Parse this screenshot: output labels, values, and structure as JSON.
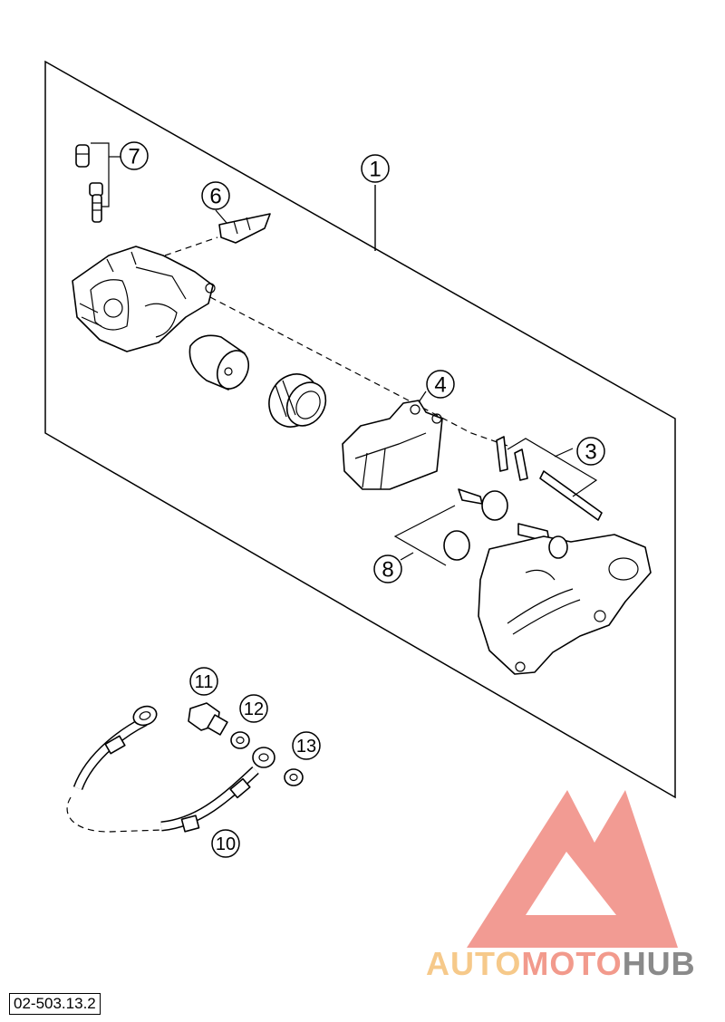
{
  "callouts": [
    {
      "id": "1",
      "label": "1"
    },
    {
      "id": "3",
      "label": "3"
    },
    {
      "id": "4",
      "label": "4"
    },
    {
      "id": "6",
      "label": "6"
    },
    {
      "id": "7",
      "label": "7"
    },
    {
      "id": "8",
      "label": "8"
    },
    {
      "id": "10",
      "label": "10"
    },
    {
      "id": "11",
      "label": "11"
    },
    {
      "id": "12",
      "label": "12"
    },
    {
      "id": "13",
      "label": "13"
    }
  ],
  "diagram_code": "02-503.13.2",
  "watermark": {
    "part1": "AUTO",
    "part2": "MOTO",
    "part3": "HUB",
    "colors": {
      "part1": "#f6c98a",
      "part2": "#f29a8c",
      "part3": "#8a8a8a",
      "logo": "#f08a80"
    }
  }
}
